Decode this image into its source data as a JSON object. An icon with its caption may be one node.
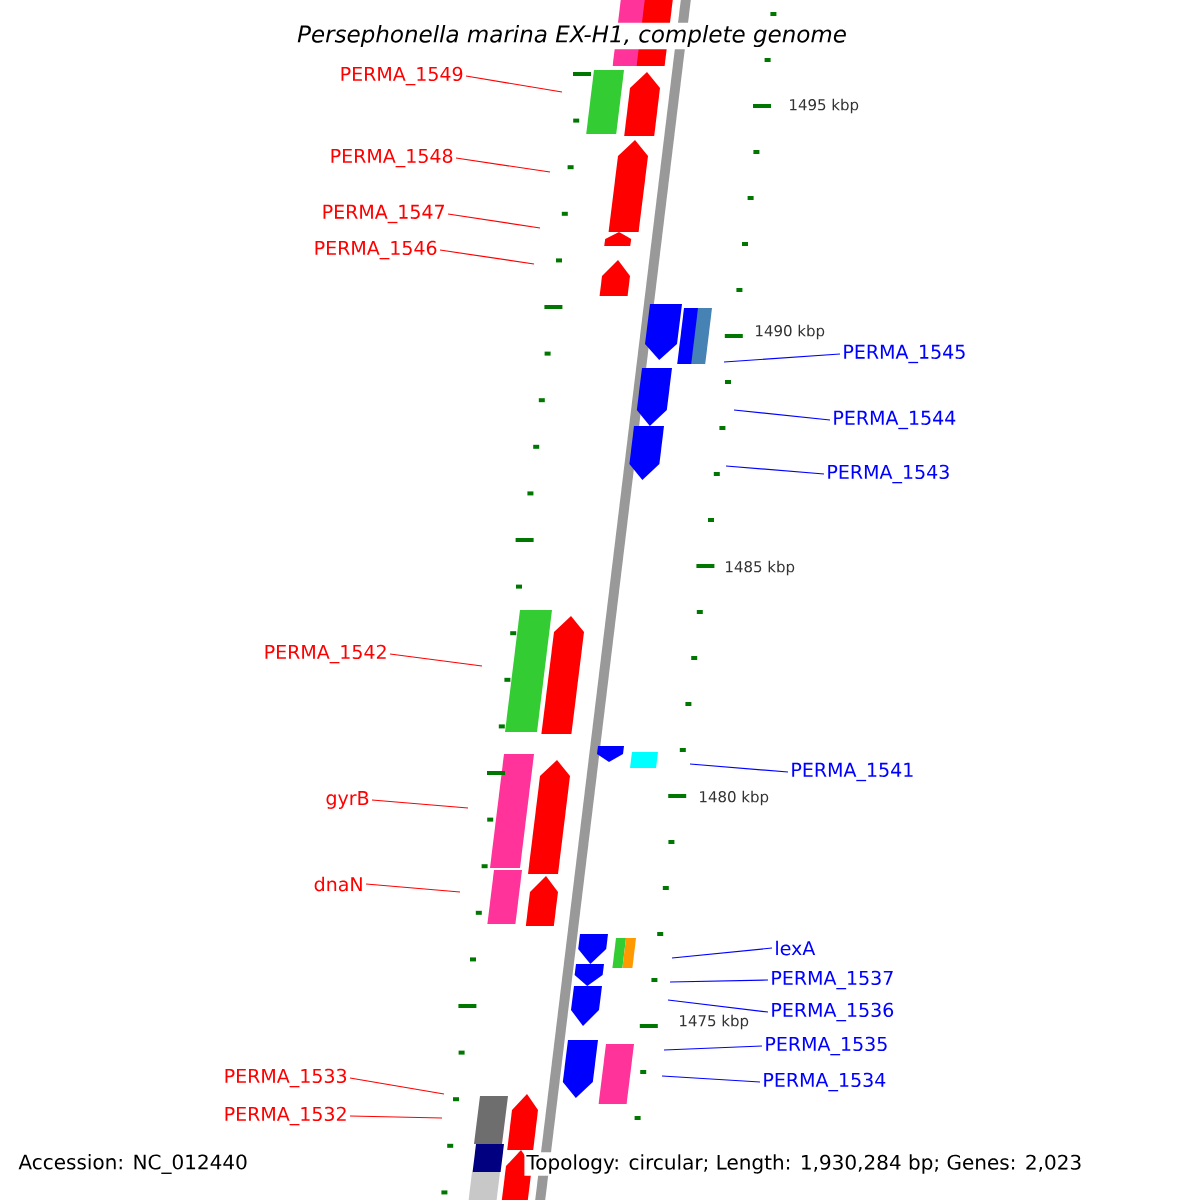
{
  "diagram": {
    "title": "Persephonella marina EX-H1, complete genome",
    "nodes": [
      {
        "text": [
          "PERMA_1549"
        ]
      },
      {
        "text": [
          "PERMA_1548"
        ]
      },
      {
        "text": [
          "PERMA_1547"
        ]
      },
      {
        "text": [
          "PERMA_1546"
        ]
      },
      {
        "text": [
          "PERMA_1545"
        ]
      },
      {
        "text": [
          "PERMA_1544"
        ]
      },
      {
        "text": [
          "PERMA_1543"
        ]
      },
      {
        "text": [
          "PERMA_1542"
        ]
      },
      {
        "text": [
          "PERMA_1541"
        ]
      },
      {
        "text": [
          "gyrB"
        ]
      },
      {
        "text": [
          "dnaN"
        ]
      },
      {
        "text": [
          "lexA"
        ]
      },
      {
        "text": [
          "PERMA_1537"
        ]
      },
      {
        "text": [
          "PERMA_1536"
        ]
      },
      {
        "text": [
          "PERMA_1535"
        ]
      },
      {
        "text": [
          "PERMA_1534"
        ]
      },
      {
        "text": [
          "PERMA_1533"
        ]
      },
      {
        "text": [
          "PERMA_1532"
        ]
      }
    ],
    "edges": [
      {
        "from": 0,
        "to": null,
        "arrow": "none",
        "color": "#ff0000"
      },
      {
        "from": 1,
        "to": null,
        "arrow": "none",
        "color": "#ff0000"
      },
      {
        "from": 2,
        "to": null,
        "arrow": "none",
        "color": "#ff0000"
      },
      {
        "from": 3,
        "to": null,
        "arrow": "none",
        "color": "#ff0000"
      },
      {
        "from": 4,
        "to": null,
        "arrow": "none",
        "color": "#0000ff"
      },
      {
        "from": 5,
        "to": null,
        "arrow": "none",
        "color": "#0000ff"
      },
      {
        "from": 6,
        "to": null,
        "arrow": "none",
        "color": "#0000ff"
      },
      {
        "from": 7,
        "to": null,
        "arrow": "none",
        "color": "#ff0000"
      },
      {
        "from": 8,
        "to": null,
        "arrow": "none",
        "color": "#0000ff"
      },
      {
        "from": 9,
        "to": null,
        "arrow": "none",
        "color": "#ff0000"
      },
      {
        "from": 10,
        "to": null,
        "arrow": "none",
        "color": "#ff0000"
      },
      {
        "from": 11,
        "to": null,
        "arrow": "none",
        "color": "#0000ff"
      },
      {
        "from": 12,
        "to": null,
        "arrow": "none",
        "color": "#0000ff"
      },
      {
        "from": 13,
        "to": null,
        "arrow": "none",
        "color": "#0000ff"
      },
      {
        "from": 14,
        "to": null,
        "arrow": "none",
        "color": "#0000ff"
      },
      {
        "from": 15,
        "to": null,
        "arrow": "none",
        "color": "#0000ff"
      },
      {
        "from": 16,
        "to": null,
        "arrow": "none",
        "color": "#ff0000"
      },
      {
        "from": 17,
        "to": null,
        "arrow": "none",
        "color": "#ff0000"
      }
    ],
    "labels": [
      "1495 kbp",
      "1490 kbp",
      "1485 kbp",
      "1480 kbp",
      "1475 kbp",
      "Accession: NC_012440",
      "Topology: circular; Length: 1,930,284 bp; Genes: 2,023"
    ]
  }
}
